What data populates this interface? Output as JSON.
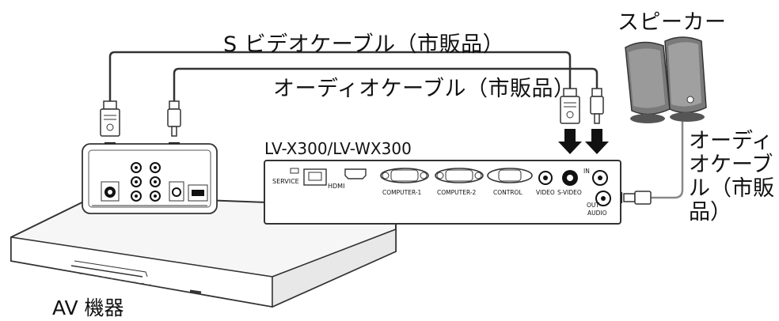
{
  "labels": {
    "svideo_cable": "S ビデオケーブル（市販品）",
    "audio_cable": "オーディオケーブル（市販品）",
    "speaker": "スピーカー",
    "projector_model": "LV-X300/LV-WX300",
    "av_device": "AV 機器",
    "audio_cable_right": "オーディオケーブル（市販品）"
  },
  "projector_ports": {
    "service": "SERVICE",
    "hdmi": "HDMI",
    "computer1": "COMPUTER-1",
    "computer2": "COMPUTER-2",
    "control": "CONTROL",
    "video": "VIDEO",
    "svideo": "S-VIDEO",
    "in": "IN",
    "out": "OUT",
    "audio": "AUDIO"
  }
}
